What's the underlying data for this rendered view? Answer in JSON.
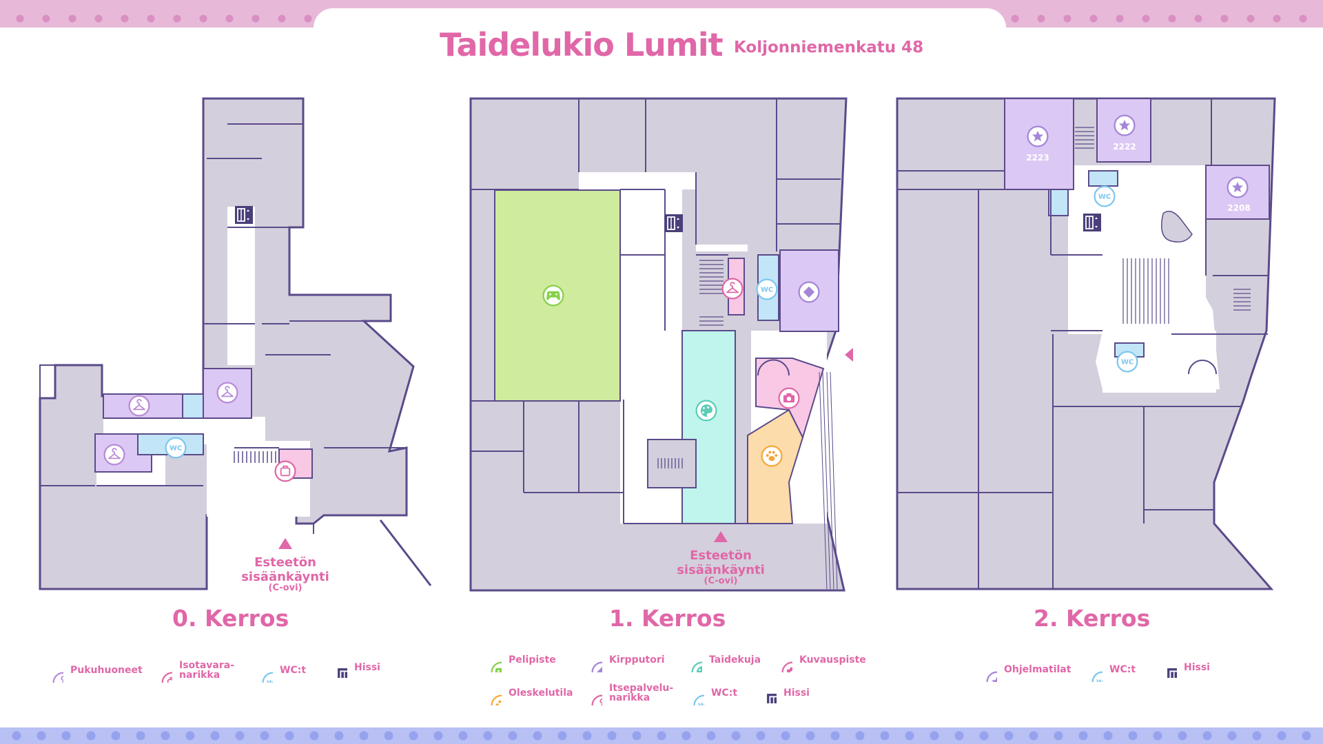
{
  "header": {
    "title": "Taidelukio Lumit",
    "address": "Koljonniemenkatu 48"
  },
  "floors": [
    {
      "label": "0. Kerros"
    },
    {
      "label": "1. Kerros"
    },
    {
      "label": "2. Kerros"
    }
  ],
  "entrances": [
    {
      "title": "Esteetön",
      "subtitle": "sisäänkäynti",
      "door": "(C-ovi)"
    },
    {
      "title": "Esteetön",
      "subtitle": "sisäänkäynti",
      "door": "(C-ovi)"
    }
  ],
  "room_numbers": [
    "2223",
    "2222",
    "2208"
  ],
  "legends": {
    "floor0": [
      {
        "icon": "hanger-icon",
        "label": "Pukuhuoneet"
      },
      {
        "icon": "luggage-icon",
        "label": "Isotavara-\nnarikka"
      },
      {
        "icon": "wc-icon",
        "label": "WC:t"
      },
      {
        "icon": "elevator-icon",
        "label": "Hissi"
      }
    ],
    "floor1": [
      {
        "icon": "gamepad-icon",
        "label": "Pelipiste"
      },
      {
        "icon": "diamond-icon",
        "label": "Kirpputori"
      },
      {
        "icon": "palette-icon",
        "label": "Taidekuja"
      },
      {
        "icon": "camera-icon",
        "label": "Kuvauspiste"
      },
      {
        "icon": "paw-icon",
        "label": "Oleskelutila"
      },
      {
        "icon": "hanger-icon",
        "label": "Itsepalvelu-\nnarikka"
      },
      {
        "icon": "wc-icon",
        "label": "WC:t"
      },
      {
        "icon": "elevator-icon",
        "label": "Hissi"
      }
    ],
    "floor2": [
      {
        "icon": "star-icon",
        "label": "Ohjelmatilat"
      },
      {
        "icon": "wc-icon",
        "label": "WC:t"
      },
      {
        "icon": "elevator-icon",
        "label": "Hissi"
      }
    ]
  },
  "colors": {
    "accent_pink": "#e067a8",
    "wall": "#5a4a8a",
    "room_gray": "#d4cfdc",
    "purple_room": "#dcc8f4",
    "wc_blue": "#c2e6f8",
    "green_room": "#cfeb9e",
    "teal_room": "#bff5ec",
    "orange_room": "#fbdcaa",
    "pink_room": "#f8c8e4"
  }
}
